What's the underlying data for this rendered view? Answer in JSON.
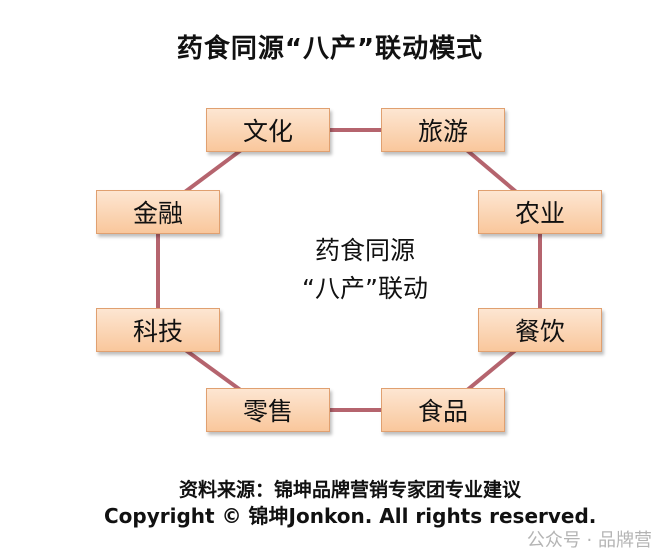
{
  "title": "药食同源“八产”联动模式",
  "nodes": [
    "文化",
    "旅游",
    "农业",
    "餐饮",
    "食品",
    "零售",
    "科技",
    "金融"
  ],
  "center": {
    "line1": "药食同源",
    "line2": "“八产”联动"
  },
  "source": "资料来源：锦坤品牌营销专家团专业建议",
  "copyright": "Copyright © 锦坤Jonkon. All rights reserved.",
  "watermark": "公众号 · 品牌营",
  "colors": {
    "box_fill": "#f9c79c",
    "connector": "#b5646e"
  }
}
